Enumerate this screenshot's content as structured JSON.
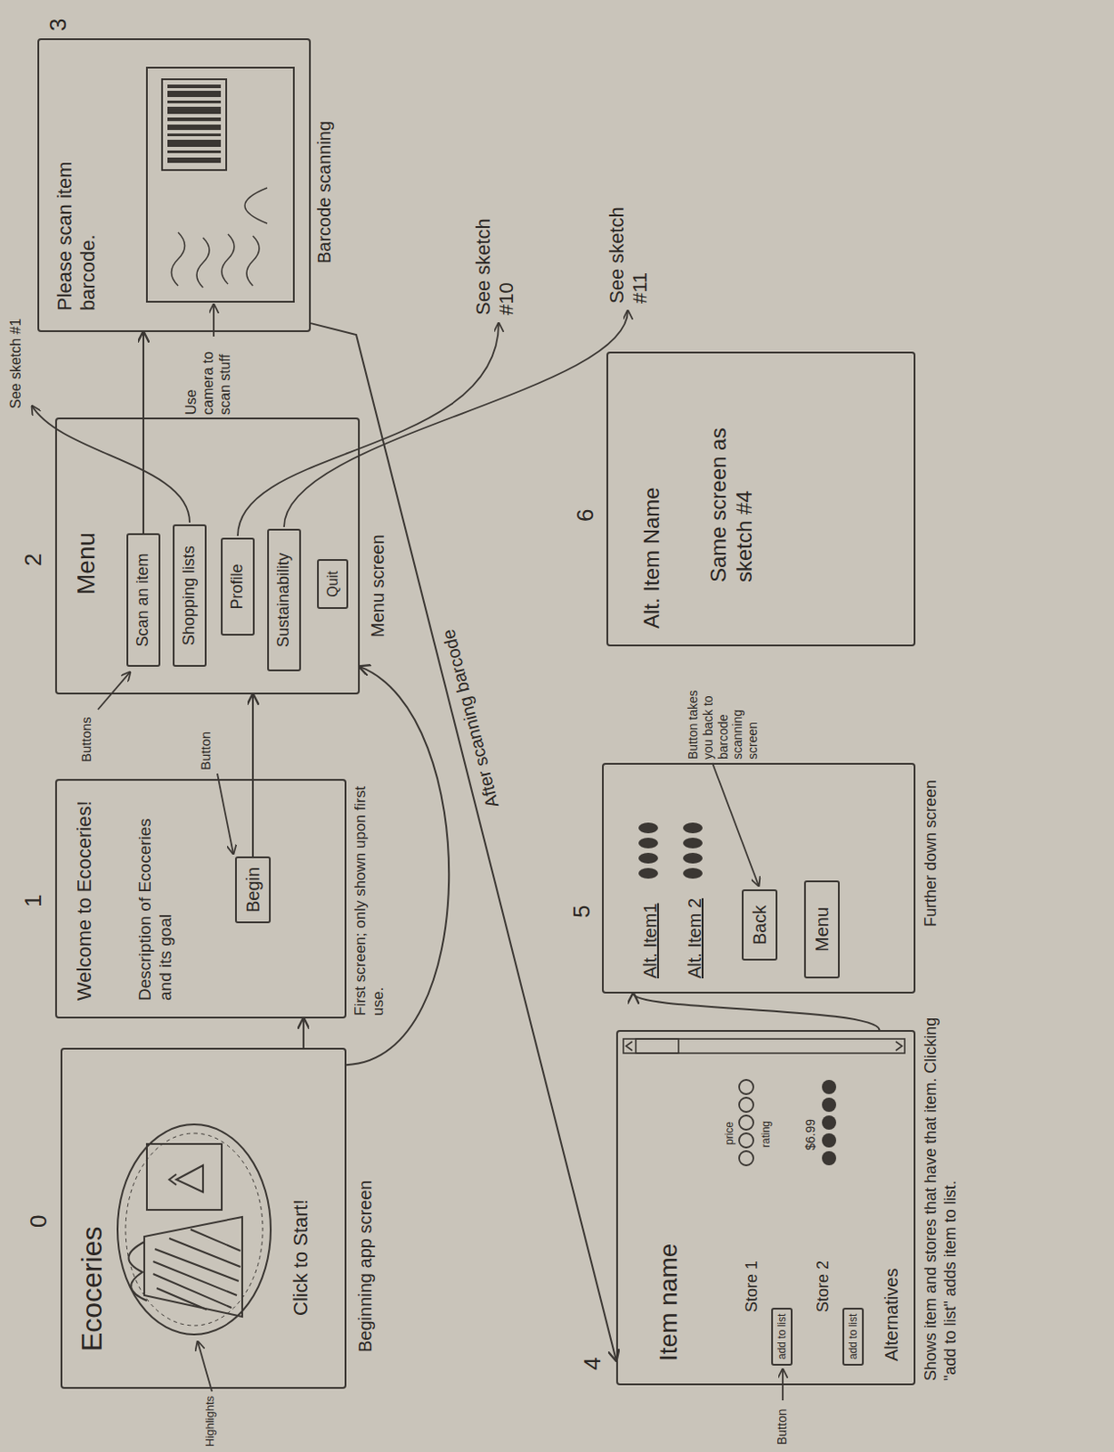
{
  "diagram": {
    "nodes": [
      {
        "text": [
          "Ecoceries",
          "Click to Start!"
        ]
      },
      {
        "text": [
          "Welcome to Ecoceries!",
          "Description of Ecoceries and its goal"
        ]
      },
      {
        "text": [
          "Begin"
        ],
        "in": 1
      },
      {
        "text": [
          "Menu"
        ]
      },
      {
        "text": [
          "Scan an item"
        ],
        "in": 3
      },
      {
        "text": [
          "Shopping lists"
        ],
        "in": 3
      },
      {
        "text": [
          "Profile"
        ],
        "in": 3
      },
      {
        "text": [
          "Sustainability"
        ],
        "in": 3
      },
      {
        "text": [
          "Quit"
        ],
        "in": 3
      },
      {
        "text": [
          "Please scan item barcode."
        ]
      },
      {
        "text": [
          "Item name",
          "Store 1",
          "price",
          "rating",
          "Store 2",
          "$6.99",
          "Alternatives"
        ]
      },
      {
        "text": [
          "add to list"
        ],
        "in": 10
      },
      {
        "text": [
          "add to list"
        ],
        "in": 10
      },
      {
        "text": [
          "Alt. Item1",
          "Alt. Item 2"
        ]
      },
      {
        "text": [
          "Back"
        ],
        "in": 13
      },
      {
        "text": [
          "Menu"
        ],
        "in": 13
      },
      {
        "text": [
          "Alt. Item Name",
          "Same screen as sketch #4"
        ]
      }
    ],
    "edges": [
      {
        "from": 0,
        "to": 1,
        "arrow": "to"
      },
      {
        "from": 0,
        "to": 3,
        "arrow": "to"
      },
      {
        "from": 2,
        "to": 3,
        "arrow": "to"
      },
      {
        "from": 4,
        "to": 9,
        "arrow": "to"
      },
      {
        "from": 9,
        "to": 10,
        "arrow": "to",
        "label": "After scanning barcode"
      },
      {
        "from": 10,
        "to": 13,
        "arrow": "to"
      }
    ],
    "labels": [
      "0",
      "1",
      "2",
      "3",
      "4",
      "5",
      "6",
      "Beginning app screen",
      "First screen; only shown upon first use.",
      "Menu screen",
      "Barcode scanning",
      "Further down screen",
      "Shows item and stores that have that item. Clicking \"add to list\" adds item to list.",
      "Highlights",
      "Button",
      "Buttons",
      "See sketch #1",
      "Use camera to scan stuff",
      "See sketch #10",
      "See sketch #11",
      "Button takes you back to barcode scanning screen",
      "Button"
    ]
  }
}
